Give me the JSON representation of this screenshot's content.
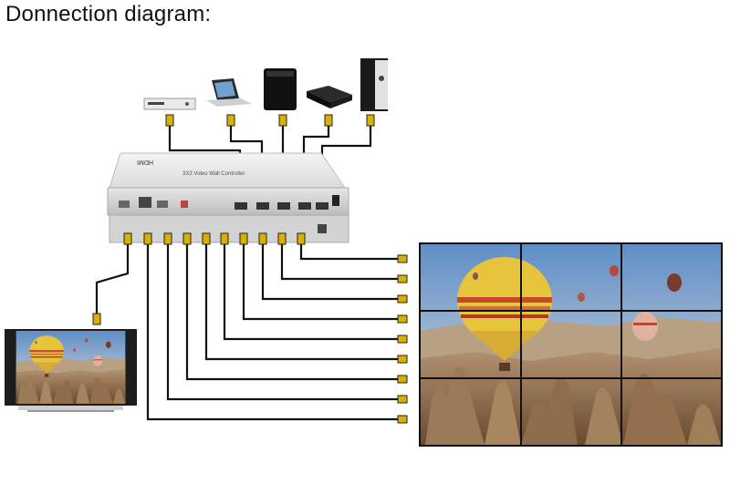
{
  "title": "Donnection diagram:",
  "controller": {
    "brand_label": "HDMI",
    "name_label": "3X3 Video Wall Controller",
    "input_count": 5,
    "output_count": 10
  },
  "sources": [
    {
      "name": "dvd-player-icon"
    },
    {
      "name": "laptop-icon"
    },
    {
      "name": "game-console-icon"
    },
    {
      "name": "set-top-box-icon"
    },
    {
      "name": "pc-tower-icon"
    }
  ],
  "video_wall": {
    "rows": 3,
    "cols": 3
  },
  "colors": {
    "cable": "#111111",
    "connector": "#d9b200",
    "sky_top": "#6f98c8",
    "sky_bottom": "#c9b79e",
    "ground": "#8a6a4a",
    "balloon_yellow": "#e8c640",
    "balloon_red": "#c84a2a"
  }
}
